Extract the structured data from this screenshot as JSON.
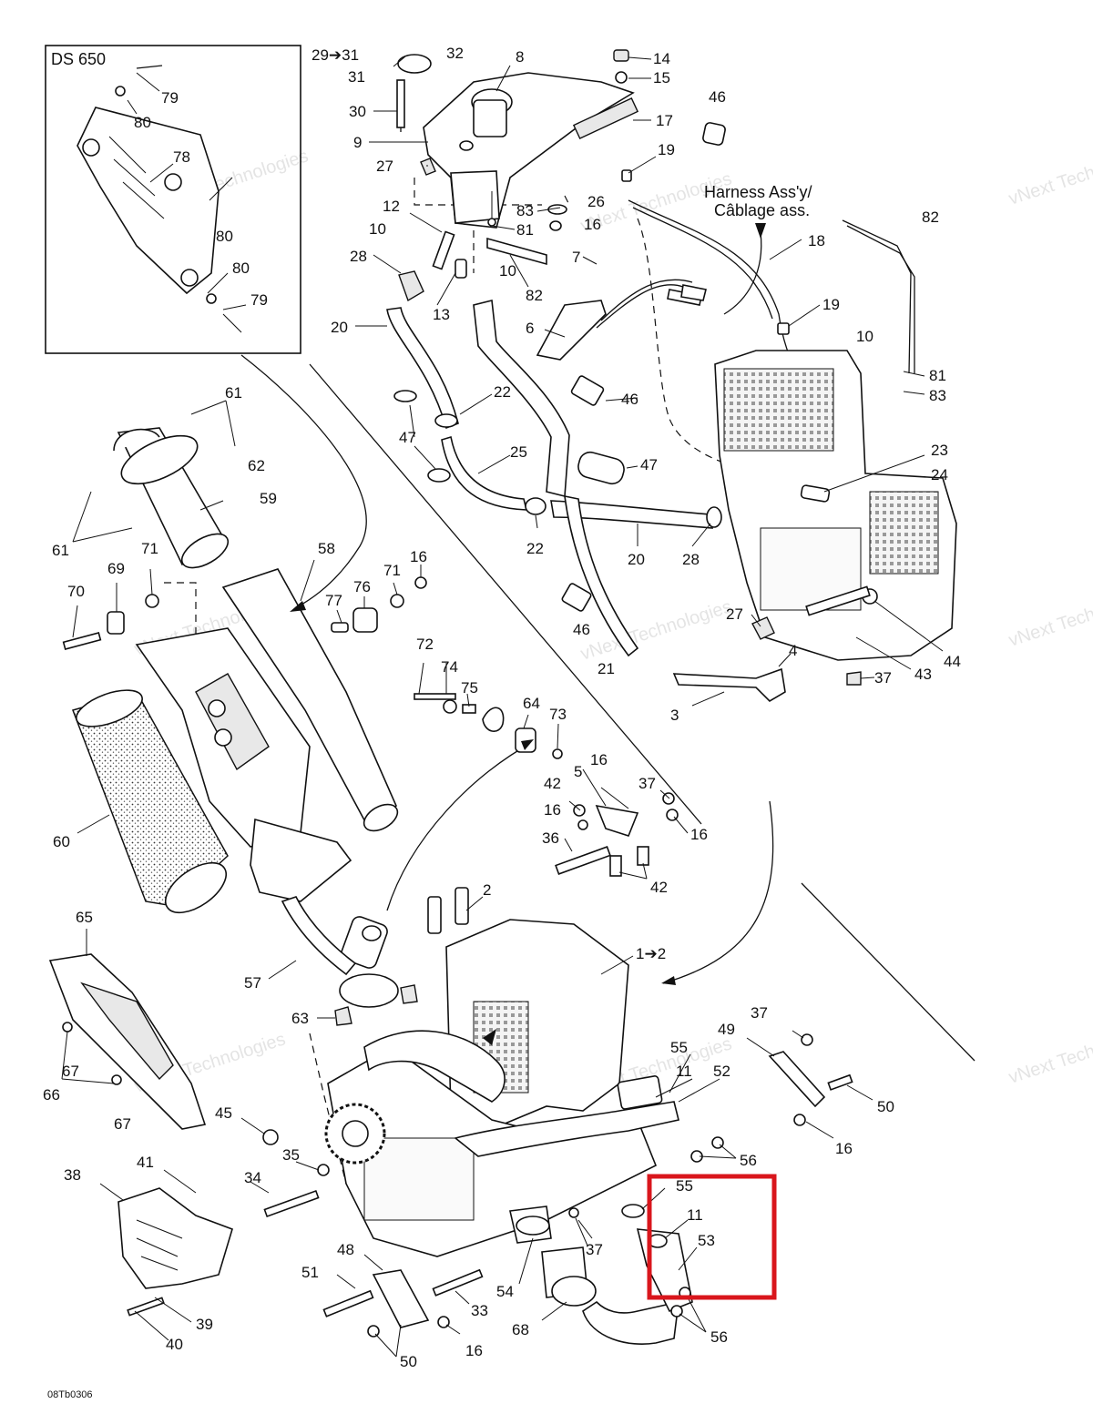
{
  "diagram": {
    "inset_title": "DS 650",
    "harness_label": "Harness Ass'y/\nCâblage ass.",
    "drawing_code": "08Tb0306",
    "watermark": "vNext Technologies",
    "highlight_color": "#d9161c",
    "callouts": [
      {
        "id": "c79a",
        "text": "79"
      },
      {
        "id": "c80a",
        "text": "80"
      },
      {
        "id": "c78",
        "text": "78"
      },
      {
        "id": "c80b",
        "text": "80"
      },
      {
        "id": "c80c",
        "text": "80"
      },
      {
        "id": "c79b",
        "text": "79"
      },
      {
        "id": "c29",
        "text": "29➔31"
      },
      {
        "id": "c31",
        "text": "31"
      },
      {
        "id": "c32",
        "text": "32"
      },
      {
        "id": "c8",
        "text": "8"
      },
      {
        "id": "c14",
        "text": "14"
      },
      {
        "id": "c15",
        "text": "15"
      },
      {
        "id": "c30",
        "text": "30"
      },
      {
        "id": "c17",
        "text": "17"
      },
      {
        "id": "c46a",
        "text": "46"
      },
      {
        "id": "c9",
        "text": "9"
      },
      {
        "id": "c19a",
        "text": "19"
      },
      {
        "id": "c27a",
        "text": "27"
      },
      {
        "id": "c83a",
        "text": "83"
      },
      {
        "id": "c26",
        "text": "26"
      },
      {
        "id": "c12",
        "text": "12"
      },
      {
        "id": "c81a",
        "text": "81"
      },
      {
        "id": "c16a",
        "text": "16"
      },
      {
        "id": "c82a",
        "text": "82"
      },
      {
        "id": "c10a",
        "text": "10"
      },
      {
        "id": "c18",
        "text": "18"
      },
      {
        "id": "c7",
        "text": "7"
      },
      {
        "id": "c28a",
        "text": "28"
      },
      {
        "id": "c10b",
        "text": "10"
      },
      {
        "id": "c82b",
        "text": "82"
      },
      {
        "id": "c13",
        "text": "13"
      },
      {
        "id": "c19b",
        "text": "19"
      },
      {
        "id": "c20a",
        "text": "20"
      },
      {
        "id": "c6",
        "text": "6"
      },
      {
        "id": "c10c",
        "text": "10"
      },
      {
        "id": "c81b",
        "text": "81"
      },
      {
        "id": "c83b",
        "text": "83"
      },
      {
        "id": "c61a",
        "text": "61"
      },
      {
        "id": "c22a",
        "text": "22"
      },
      {
        "id": "c46b",
        "text": "46"
      },
      {
        "id": "c47a",
        "text": "47"
      },
      {
        "id": "c62",
        "text": "62"
      },
      {
        "id": "c25",
        "text": "25"
      },
      {
        "id": "c23",
        "text": "23"
      },
      {
        "id": "c24",
        "text": "24"
      },
      {
        "id": "c47b",
        "text": "47"
      },
      {
        "id": "c59",
        "text": "59"
      },
      {
        "id": "c61b",
        "text": "61"
      },
      {
        "id": "c22b",
        "text": "22"
      },
      {
        "id": "c20b",
        "text": "20"
      },
      {
        "id": "c28b",
        "text": "28"
      },
      {
        "id": "c71a",
        "text": "71"
      },
      {
        "id": "c58",
        "text": "58"
      },
      {
        "id": "c69",
        "text": "69"
      },
      {
        "id": "c71b",
        "text": "71"
      },
      {
        "id": "c16b",
        "text": "16"
      },
      {
        "id": "c70",
        "text": "70"
      },
      {
        "id": "c76",
        "text": "76"
      },
      {
        "id": "c77",
        "text": "77"
      },
      {
        "id": "c27b",
        "text": "27"
      },
      {
        "id": "c46c",
        "text": "46"
      },
      {
        "id": "c44",
        "text": "44"
      },
      {
        "id": "c4",
        "text": "4"
      },
      {
        "id": "c21",
        "text": "21"
      },
      {
        "id": "c43",
        "text": "43"
      },
      {
        "id": "c37a",
        "text": "37"
      },
      {
        "id": "c72",
        "text": "72"
      },
      {
        "id": "c74",
        "text": "74"
      },
      {
        "id": "c75",
        "text": "75"
      },
      {
        "id": "c3",
        "text": "3"
      },
      {
        "id": "c64",
        "text": "64"
      },
      {
        "id": "c73",
        "text": "73"
      },
      {
        "id": "c16c",
        "text": "16"
      },
      {
        "id": "c5",
        "text": "5"
      },
      {
        "id": "c37b",
        "text": "37"
      },
      {
        "id": "c42a",
        "text": "42"
      },
      {
        "id": "c16d",
        "text": "16"
      },
      {
        "id": "c16e",
        "text": "16"
      },
      {
        "id": "c60",
        "text": "60"
      },
      {
        "id": "c36",
        "text": "36"
      },
      {
        "id": "c42b",
        "text": "42"
      },
      {
        "id": "c2",
        "text": "2"
      },
      {
        "id": "c65",
        "text": "65"
      },
      {
        "id": "c1",
        "text": "1➔2"
      },
      {
        "id": "c57",
        "text": "57"
      },
      {
        "id": "c63",
        "text": "63"
      },
      {
        "id": "c37c",
        "text": "37"
      },
      {
        "id": "c49",
        "text": "49"
      },
      {
        "id": "c55a",
        "text": "55"
      },
      {
        "id": "c11a",
        "text": "11"
      },
      {
        "id": "c52",
        "text": "52"
      },
      {
        "id": "c67a",
        "text": "67"
      },
      {
        "id": "c66",
        "text": "66"
      },
      {
        "id": "c50a",
        "text": "50"
      },
      {
        "id": "c67b",
        "text": "67"
      },
      {
        "id": "c45",
        "text": "45"
      },
      {
        "id": "c16f",
        "text": "16"
      },
      {
        "id": "c56a",
        "text": "56"
      },
      {
        "id": "c35",
        "text": "35"
      },
      {
        "id": "c38",
        "text": "38"
      },
      {
        "id": "c41",
        "text": "41"
      },
      {
        "id": "c34",
        "text": "34"
      },
      {
        "id": "c55b",
        "text": "55"
      },
      {
        "id": "c11b",
        "text": "11"
      },
      {
        "id": "c53",
        "text": "53"
      },
      {
        "id": "c37d",
        "text": "37"
      },
      {
        "id": "c48",
        "text": "48"
      },
      {
        "id": "c51",
        "text": "51"
      },
      {
        "id": "c54",
        "text": "54"
      },
      {
        "id": "c33",
        "text": "33"
      },
      {
        "id": "c39",
        "text": "39"
      },
      {
        "id": "c68",
        "text": "68"
      },
      {
        "id": "c56b",
        "text": "56"
      },
      {
        "id": "c40",
        "text": "40"
      },
      {
        "id": "c16g",
        "text": "16"
      },
      {
        "id": "c50b",
        "text": "50"
      }
    ]
  }
}
